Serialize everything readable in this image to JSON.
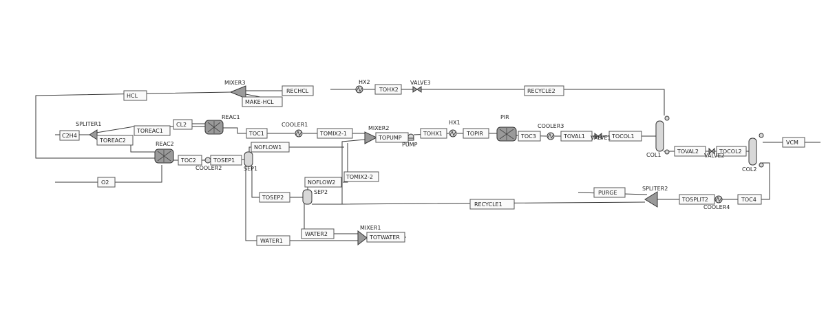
{
  "streams": {
    "hcl": "HCL",
    "rechcl": "RECHCL",
    "make_hcl": "MAKE-HCL",
    "tohx2": "TOHX2",
    "recycle2": "RECYCLE2",
    "c2h4": "C2H4",
    "toreac1": "TOREAC1",
    "toreac2": "TOREAC2",
    "cl2": "CL2",
    "toc1": "TOC1",
    "tomix2_1": "TOMIX2-1",
    "topump": "TOPUMP",
    "tohx1": "TOHX1",
    "topir": "TOPIR",
    "toc3": "TOC3",
    "toval1": "TOVAL1",
    "tocol1": "TOCOL1",
    "toval2": "TOVAL2",
    "tocol2": "TOCOL2",
    "vcm": "VCM",
    "toc2": "TOC2",
    "tosep1": "TOSEP1",
    "noflow1": "NOFLOW1",
    "noflow2": "NOFLOW2",
    "tomix2_2": "TOMIX2-2",
    "o2": "O2",
    "tosep2": "TOSEP2",
    "recycle1": "RECYCLE1",
    "purge": "PURGE",
    "tosplit2": "TOSPLIT2",
    "toc4": "TOC4",
    "water1": "WATER1",
    "water2": "WATER2",
    "totwater": "TOTWATER"
  },
  "units": {
    "mixer3": "MIXER3",
    "hx2": "HX2",
    "valve3": "VALVE3",
    "spliter1": "SPLITER1",
    "reac1": "REAC1",
    "reac2": "REAC2",
    "cooler1": "COOLER1",
    "cooler2": "COOLER2",
    "mixer2": "MIXER2",
    "pump": "PUMP",
    "hx1": "HX1",
    "pir": "PIR",
    "cooler3": "COOLER3",
    "valve1": "VALVE1",
    "col1": "COL1",
    "valve2": "VALVE2",
    "col2": "COL2",
    "sep1": "SEP1",
    "sep2": "SEP2",
    "spliter2": "SPLITER2",
    "cooler4": "COOLER4",
    "mixer1": "MIXER1"
  }
}
